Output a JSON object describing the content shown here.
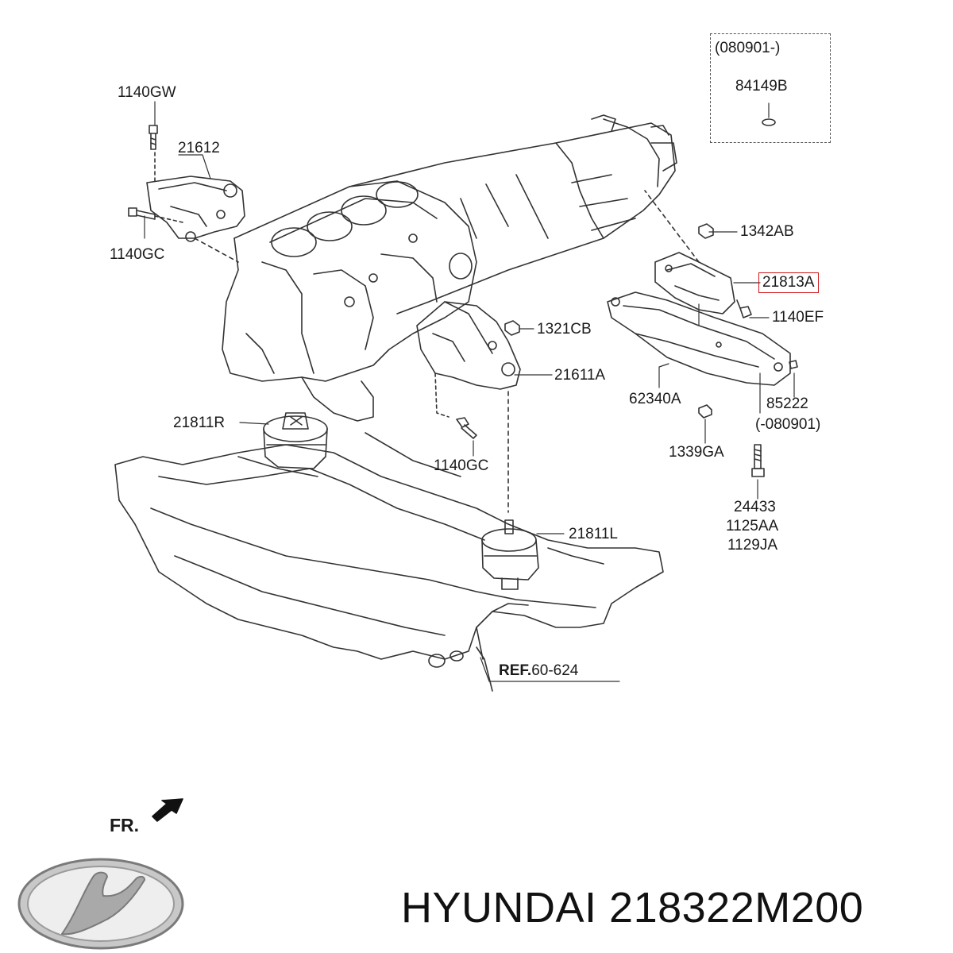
{
  "labels": {
    "p1140GW": "1140GW",
    "p21612": "21612",
    "p1140GC_top": "1140GC",
    "p080901_open": "(080901-)",
    "p84149B": "84149B",
    "p1342AB": "1342AB",
    "p21813A": "21813A",
    "p1140EF": "1140EF",
    "p1321CB": "1321CB",
    "p21611A": "21611A",
    "p62340A": "62340A",
    "p85222": "85222",
    "p080901_close": "(-080901)",
    "p21811R": "21811R",
    "p1140GC_mid": "1140GC",
    "p1339GA": "1339GA",
    "p24433": "24433",
    "p1125AA": "1125AA",
    "p1129JA": "1129JA",
    "p21811L": "21811L",
    "ref_bold": "REF.",
    "ref_num": "60-624",
    "front": "FR."
  },
  "highlighted_part": "21813A",
  "caption": {
    "brand": "HYUNDAI",
    "part_number": "218322M200"
  },
  "colors": {
    "line": "#333333",
    "highlight": "#d11a1a",
    "logo": "#8a8a8a"
  }
}
